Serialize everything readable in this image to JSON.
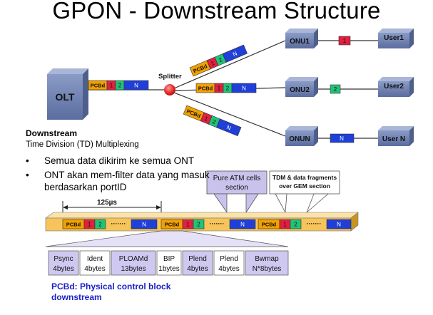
{
  "title": "GPON - Downstream Structure",
  "nodes": {
    "olt": "OLT",
    "splitter": "Splitter",
    "onus": [
      {
        "label": "ONU1",
        "user": "User1",
        "marker": "1"
      },
      {
        "label": "ONU2",
        "user": "User2",
        "marker": "2"
      },
      {
        "label": "ONUN",
        "user": "User N",
        "marker": "N"
      }
    ]
  },
  "frame_labels": {
    "pcbd": "PCBd",
    "seg1": "1",
    "seg2": "2",
    "segN": "N"
  },
  "downstream": {
    "heading": "Downstream",
    "subheading": "Time Division (TD) Multiplexing",
    "bullets": [
      "Semua data dikirim ke semua ONT",
      "ONT akan mem-filter data yang masuk berdasarkan portID"
    ]
  },
  "timeline": {
    "period": "125µs",
    "callouts": [
      "Pure ATM cells section",
      "TDM & data fragments over GEM section"
    ]
  },
  "pcbd_fields": [
    {
      "name": "Psync",
      "size": "4bytes"
    },
    {
      "name": "Ident",
      "size": "4bytes"
    },
    {
      "name": "PLOAMd",
      "size": "13bytes"
    },
    {
      "name": "BIP",
      "size": "1bytes"
    },
    {
      "name": "Plend",
      "size": "4bytes"
    },
    {
      "name": "Plend",
      "size": "4bytes"
    },
    {
      "name": "Bwmap",
      "size": "N*8bytes"
    }
  ],
  "pcbd_note": "PCBd: Physical control block downstream",
  "colors": {
    "onu_fill": "#6d7fb1",
    "olt_fill": "#7d8fbd",
    "pcbd_fill": "#f2a000",
    "seg1_fill": "#e02040",
    "seg2_fill": "#22c278",
    "segN_fill": "#1f3fd8",
    "timeline_fill": "#f6c45a",
    "callout_fill": "#c9c2ec",
    "field_fill": "#cfc8f0"
  }
}
